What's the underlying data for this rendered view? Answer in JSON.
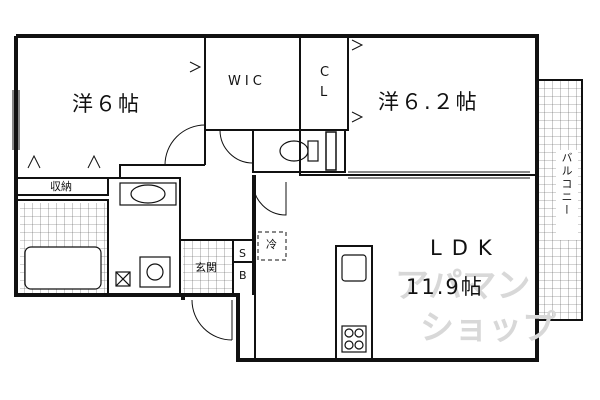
{
  "rooms": {
    "western_room_1": "洋６帖",
    "western_room_2": "洋６.２帖",
    "wic": "WIC",
    "closet_c": "C",
    "closet_l": "L",
    "ldk": "LDK",
    "ldk_size": "11.9帖",
    "storage": "収納",
    "entrance": "玄関",
    "shoe_box_s": "S",
    "shoe_box_b": "B",
    "fridge": "冷",
    "balcony": "バルコニー"
  },
  "watermark": {
    "line1": "アパマン",
    "line2": "ショップ"
  }
}
